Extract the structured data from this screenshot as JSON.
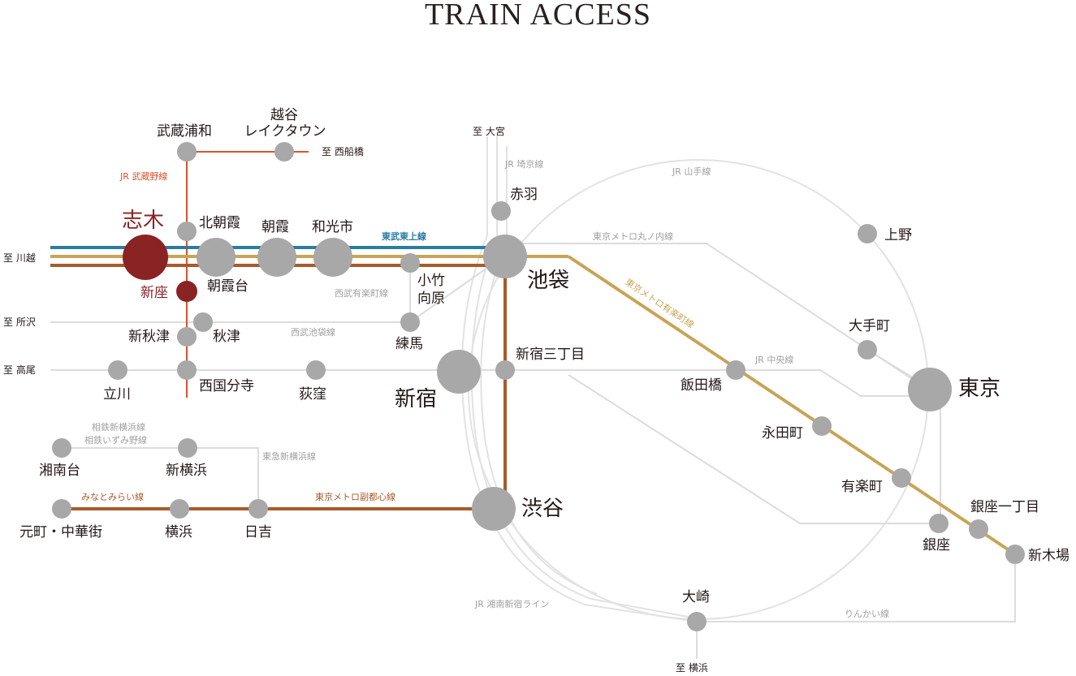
{
  "title": "TRAIN ACCESS",
  "colors": {
    "home": "#8a2324",
    "tobu_tojo": "#2b7ca1",
    "yurakucho": "#c8a457",
    "fukutoshin": "#a95a2b",
    "musashino": "#d9532e",
    "other_lines": "#dcdcdc",
    "station": "#a8a8a8"
  },
  "stations": {
    "shiki": "志木",
    "niiza": "新座",
    "musashi_urawa": "武蔵浦和",
    "koshigaya_1": "越谷",
    "koshigaya_2": "レイクタウン",
    "kita_asaka": "北朝霞",
    "asaka": "朝霞",
    "wakoshi": "和光市",
    "asakadai": "朝霞台",
    "kotake_1": "小竹",
    "kotake_2": "向原",
    "nerima": "練馬",
    "shin_akitsu": "新秋津",
    "akitsu": "秋津",
    "tachikawa": "立川",
    "nishi_kokubunji": "西国分寺",
    "ogikubo": "荻窪",
    "shinjuku": "新宿",
    "shinjuku_3": "新宿三丁目",
    "ikebukuro": "池袋",
    "akabane": "赤羽",
    "ueno": "上野",
    "otemachi": "大手町",
    "tokyo": "東京",
    "iidabashi": "飯田橋",
    "nagatacho": "永田町",
    "yurakucho": "有楽町",
    "ginza": "銀座",
    "ginza_1": "銀座一丁目",
    "shin_kiba": "新木場",
    "osaki": "大崎",
    "shibuya": "渋谷",
    "shonandai": "湘南台",
    "shin_yokohama": "新横浜",
    "motomachi": "元町・中華街",
    "yokohama": "横浜",
    "hiyoshi": "日吉"
  },
  "lines": {
    "musashino": "JR 武蔵野線",
    "tobu_tojo": "東武東上線",
    "seibu_yurakucho": "西武有楽町線",
    "seibu_ikebukuro": "西武池袋線",
    "saikyo": "JR 埼京線",
    "yamanote": "JR 山手線",
    "marunouchi": "東京メトロ丸ノ内線",
    "yurakucho": "東京メトロ有楽町線",
    "chuo": "JR 中央線",
    "sotetsu_1": "相鉄新横浜線",
    "sotetsu_2": "相鉄いずみ野線",
    "tokyu": "東急新横浜線",
    "minatomirai": "みなとみらい線",
    "fukutoshin": "東京メトロ副都心線",
    "shonan_shinjuku": "JR 湘南新宿ライン",
    "rinkai": "りんかい線"
  },
  "destinations": {
    "kawagoe": "至 川越",
    "tokorozawa": "至 所沢",
    "takao": "至 高尾",
    "nishi_funabashi": "至 西船橋",
    "omiya": "至 大宮",
    "yokohama": "至 横浜"
  }
}
